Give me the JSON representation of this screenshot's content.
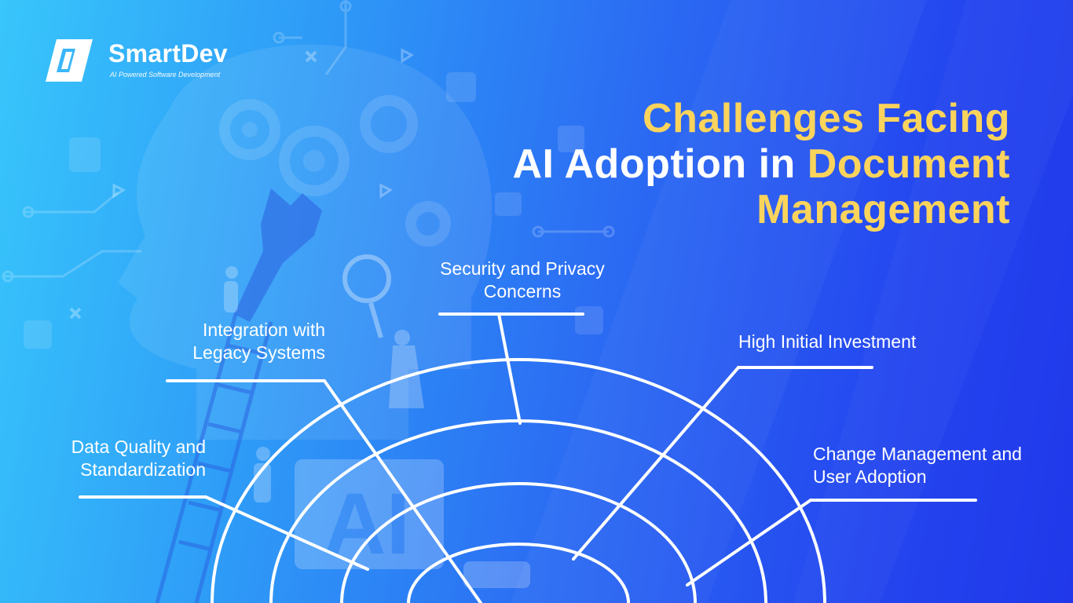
{
  "brand": {
    "name": "SmartDev",
    "tagline": "AI Powered Software Development",
    "logo_letter": "D"
  },
  "title": {
    "line1": "Challenges Facing",
    "line2_white": "AI Adoption in ",
    "line2_yellow": "Document",
    "line3": "Management"
  },
  "challenges": {
    "security": "Security and Privacy Concerns",
    "integration": "Integration with Legacy Systems",
    "data_quality": "Data Quality and Standardization",
    "investment": "High Initial Investment",
    "change": "Change Management and User Adoption"
  },
  "background_illustration_text": "AI",
  "colors": {
    "accent_yellow": "#fcd45c",
    "text_white": "#ffffff",
    "bg_left": "#38c6fb",
    "bg_right": "#2038ea"
  },
  "icons": [
    "gear-icon",
    "wrench-icon",
    "magnifier-icon",
    "ladder-icon",
    "code-icon",
    "play-icon",
    "close-icon",
    "circuit-icon"
  ]
}
